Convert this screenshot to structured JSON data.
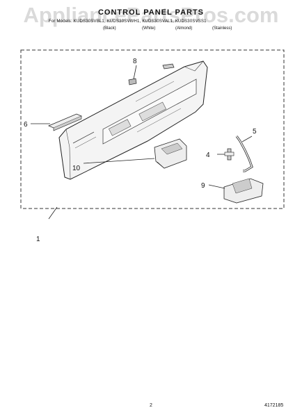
{
  "header": {
    "title": "CONTROL PANEL PARTS",
    "models": "For Models: KUDS30SVBL1, KUDS30SVWH1, KUDS30SVAL1, KUDS30SVSS1",
    "variants": [
      "(Black)",
      "(White)",
      "(Almond)",
      "(Stainless)"
    ]
  },
  "watermark": "AppliancePartsPros.com",
  "callouts": [
    "1",
    "4",
    "5",
    "6",
    "8",
    "9",
    "10"
  ],
  "footer": {
    "page": "2",
    "doc_number": "4172185"
  }
}
